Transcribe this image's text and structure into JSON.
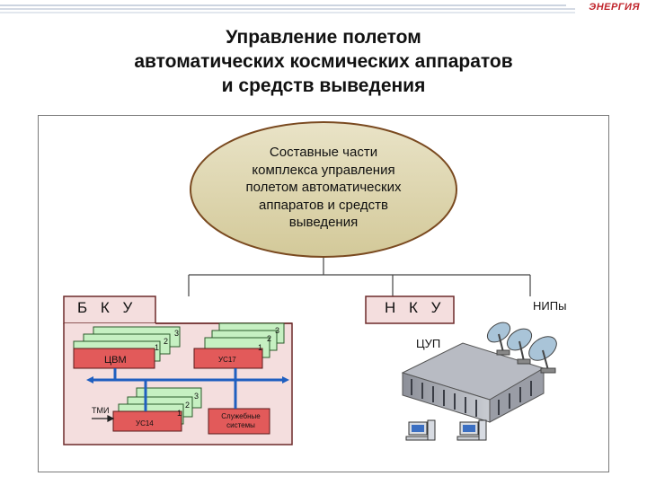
{
  "header": {
    "logo_text": "ЭНЕРГИЯ",
    "accent_color": "#c0242b"
  },
  "title": {
    "line1": "Управление полетом",
    "line2": "автоматических космических аппаратов",
    "line3": "и средств выведения"
  },
  "root_node": {
    "lines": [
      "Составные части",
      "комплекса управления",
      "полетом автоматических",
      "аппаратов и средств",
      "выведения"
    ],
    "fill_color": "#ded6b4"
  },
  "bku": {
    "label": "Б К У",
    "color": "#f4dede"
  },
  "nku": {
    "label": "Н К У",
    "color": "#f4dede"
  },
  "blocks": {
    "tsvm": {
      "label": "ЦВМ",
      "stack_numbers": [
        "1",
        "2",
        "3"
      ],
      "color": "#e25a5a"
    },
    "us17": {
      "label": "УС17",
      "stack_numbers": [
        "1",
        "2",
        "3"
      ],
      "color": "#e25a5a"
    },
    "us14": {
      "label": "УС14",
      "stack_numbers": [
        "1",
        "2",
        "3"
      ],
      "color": "#e25a5a"
    },
    "service_systems": {
      "label": "Служебные системы",
      "color": "#e25a5a"
    },
    "tmi": {
      "label": "ТМИ"
    },
    "stack_color": "#c6f0c2",
    "bus_color": "#1f5fc0"
  },
  "ground": {
    "tsup_label": "ЦУП",
    "nipy_label": "НИПы"
  }
}
